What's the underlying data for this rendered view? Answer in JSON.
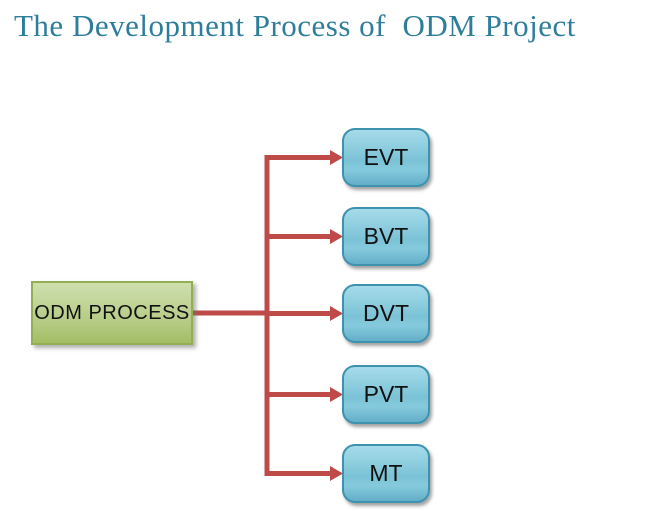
{
  "title": {
    "text": "The Development Process of  ODM Project"
  },
  "colors": {
    "title_text": "#2E7E9B",
    "arrow": "#BE4B48",
    "root_box_fill_top": "#CFE0AE",
    "root_box_fill_bottom": "#A3BE65",
    "root_box_border": "#93AE53",
    "stage_box_fill_top": "#A6DBEA",
    "stage_box_fill_bottom": "#63AEC9",
    "stage_box_border": "#3E92AE",
    "label_text": "#111111",
    "background": "#FFFFFF"
  },
  "diagram": {
    "root": {
      "label": "ODM PROCESS"
    },
    "stages": [
      {
        "label": "EVT"
      },
      {
        "label": "BVT"
      },
      {
        "label": "DVT"
      },
      {
        "label": "PVT"
      },
      {
        "label": "MT"
      }
    ]
  }
}
